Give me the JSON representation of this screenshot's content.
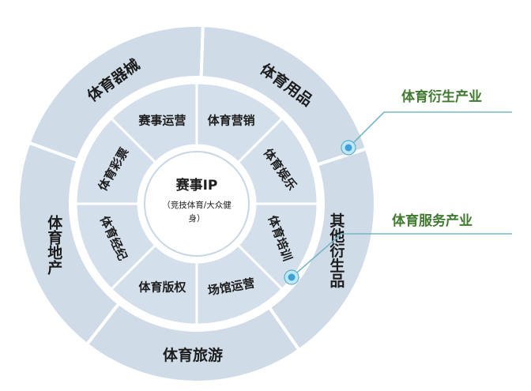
{
  "center": {
    "title": "赛事IP",
    "subtitle_line1": "（竞技体育/大众健",
    "subtitle_line2": "身）"
  },
  "outer_ring": [
    {
      "label": "体育器械"
    },
    {
      "label": "体育用品"
    },
    {
      "label": "其他衍生品"
    },
    {
      "label": "体育旅游"
    },
    {
      "label": "体育地产"
    }
  ],
  "middle_ring": [
    {
      "label": "赛事运营"
    },
    {
      "label": "体育营销"
    },
    {
      "label": "体育娱乐"
    },
    {
      "label": "体育培训"
    },
    {
      "label": "场馆运营"
    },
    {
      "label": "体育版权"
    },
    {
      "label": "体育经纪"
    },
    {
      "label": "体育彩票"
    }
  ],
  "callouts": [
    {
      "label": "体育衍生产业"
    },
    {
      "label": "体育服务产业"
    }
  ],
  "colors": {
    "segment_fill": "#cfdce8",
    "callout_text": "#3f7a2f",
    "callout_line": "#76b7c6",
    "callout_dot": "#3f9fd8"
  }
}
